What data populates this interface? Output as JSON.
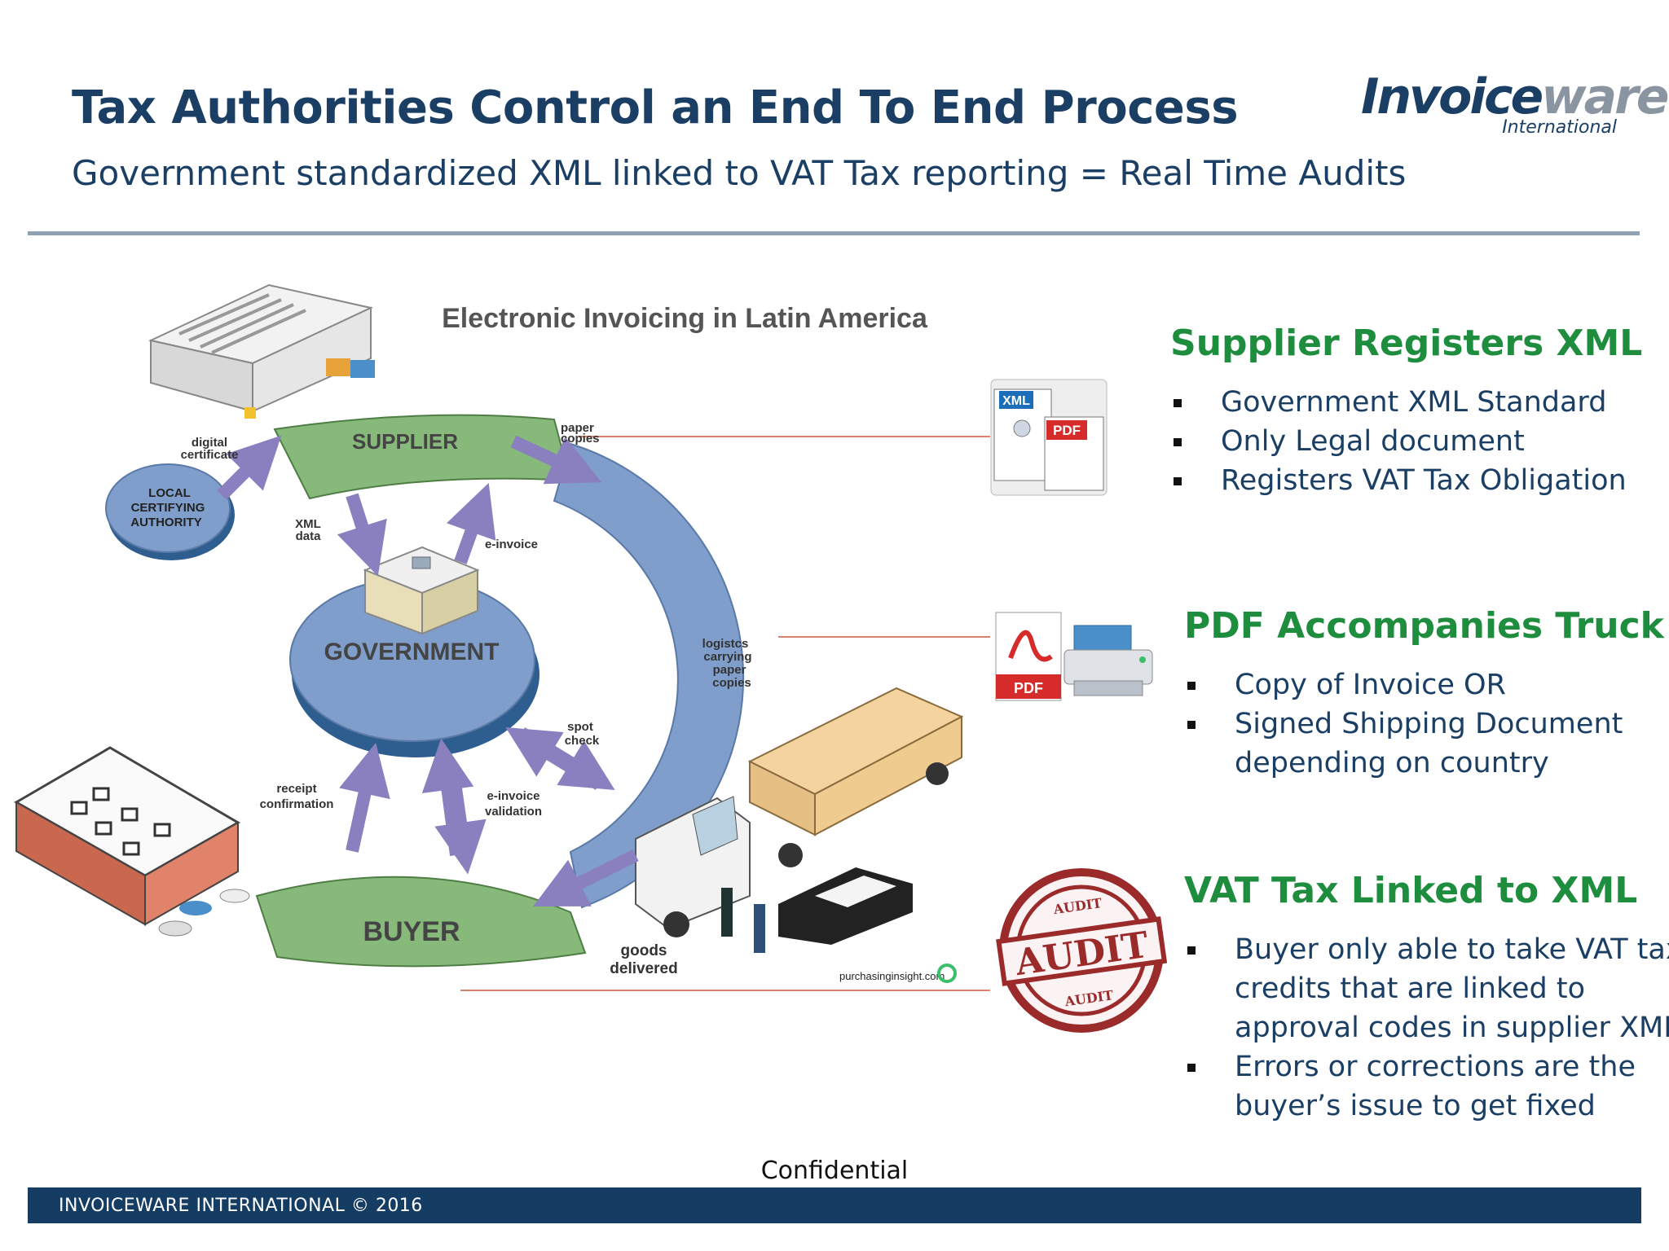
{
  "header": {
    "title": "Tax Authorities Control an End To End Process",
    "subtitle": "Government standardized XML linked to VAT Tax reporting = Real Time Audits"
  },
  "logo": {
    "word_dark": "Invoice",
    "word_light": "ware",
    "tagline": "International"
  },
  "diagram": {
    "title": "Electronic Invoicing in Latin America",
    "supplier": "SUPPLIER",
    "government": "GOVERNMENT",
    "buyer": "BUYER",
    "authority_line1": "LOCAL",
    "authority_line2": "CERTIFYING",
    "authority_line3": "AUTHORITY",
    "digital_certificate_1": "digital",
    "digital_certificate_2": "certificate",
    "paper_copies_1": "paper",
    "paper_copies_2": "copies",
    "xml_data_1": "XML",
    "xml_data_2": "data",
    "e_invoice": "e-invoice",
    "logistics_1": "logistcs",
    "logistics_2": "carrying",
    "logistics_3": "paper",
    "logistics_4": "copies",
    "spot_check_1": "spot",
    "spot_check_2": "check",
    "receipt_1": "receipt",
    "receipt_2": "confirmation",
    "validation_1": "e-invoice",
    "validation_2": "validation",
    "goods_1": "goods",
    "goods_2": "delivered",
    "source": "purchasinginsight.com"
  },
  "icons": {
    "xml_label": "XML",
    "pdf_label": "PDF",
    "pdf_label2": "PDF",
    "audit_big": "AUDIT",
    "audit_top": "AUDIT",
    "audit_bottom": "AUDIT"
  },
  "sections": [
    {
      "title": "Supplier Registers XML",
      "bullets": [
        "Government XML Standard",
        "Only Legal document",
        "Registers VAT Tax Obligation"
      ]
    },
    {
      "title": "PDF Accompanies Truck",
      "bullets": [
        "Copy of Invoice OR",
        "Signed Shipping Document",
        "depending on country"
      ]
    },
    {
      "title": "VAT Tax Linked to XML",
      "bullet1_lines": [
        "Buyer only able to take VAT tax",
        "credits that are linked to",
        "approval codes in supplier XML"
      ],
      "bullet2_lines": [
        "Errors or corrections are the",
        "buyer’s issue to get fixed"
      ]
    }
  ],
  "confidential": "Confidential",
  "footer": "INVOICEWARE INTERNATIONAL © 2016",
  "colors": {
    "navy": "#1b3f64",
    "green_heading": "#1e8e3e",
    "footer_bar": "#153d63",
    "rule": "#8fa3b4",
    "diagram_blue": "#7f9ecb",
    "diagram_green": "#86b97a",
    "arrow_purple": "#8a7fbf",
    "connector_red": "#d9826e"
  }
}
